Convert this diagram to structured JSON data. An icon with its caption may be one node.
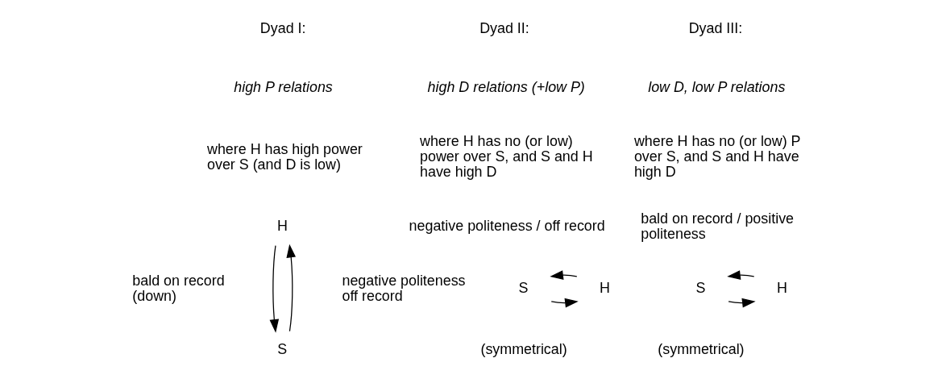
{
  "diagram": {
    "nodes": [
      {
        "text": [
          "H"
        ]
      },
      {
        "text": [
          "S"
        ]
      },
      {
        "text": [
          "S"
        ]
      },
      {
        "text": [
          "H"
        ]
      },
      {
        "text": [
          "S"
        ]
      },
      {
        "text": [
          "H"
        ]
      }
    ],
    "edges": [
      {
        "from": 0,
        "to": 1,
        "arrow": "to"
      },
      {
        "from": 1,
        "to": 0,
        "arrow": "to"
      },
      {
        "from": 2,
        "to": 3,
        "arrow": "to"
      },
      {
        "from": 3,
        "to": 2,
        "arrow": "to"
      },
      {
        "from": 4,
        "to": 5,
        "arrow": "to"
      },
      {
        "from": 5,
        "to": 4,
        "arrow": "to"
      }
    ],
    "labels": [
      "Dyad I:",
      "Dyad II:",
      "Dyad III:",
      "high P relations",
      "high D relations (+low P)",
      "low D, low P relations",
      "where H has high power over S (and D is low)",
      "where H has no (or low) power over S, and S and H have high D",
      "where H has no (or low) P over S, and S and H have high D",
      "bald on record (down)",
      "negative politeness off record",
      "negative politeness / off record",
      "bald on record / positive politeness",
      "(symmetrical)",
      "(symmetrical)"
    ]
  }
}
